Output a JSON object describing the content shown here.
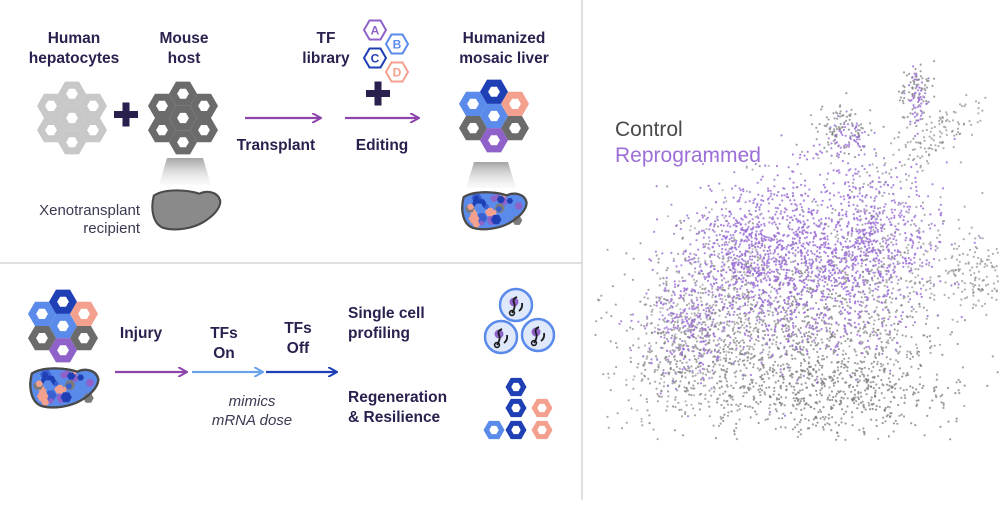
{
  "top_panel": {
    "human_hepatocytes_line1": "Human",
    "human_hepatocytes_line2": "hepatocytes",
    "mouse_host_line1": "Mouse",
    "mouse_host_line2": "host",
    "tf_library_line1": "TF",
    "tf_library_line2": "library",
    "tf_badges": [
      "A",
      "B",
      "C",
      "D"
    ],
    "humanized_line1": "Humanized",
    "humanized_line2": "mosaic liver",
    "transplant": "Transplant",
    "editing": "Editing",
    "xeno_line1": "Xenotransplant",
    "xeno_line2": "recipient"
  },
  "bottom_panel": {
    "injury": "Injury",
    "tfs_on_line1": "TFs",
    "tfs_on_line2": "On",
    "tfs_off_line1": "TFs",
    "tfs_off_line2": "Off",
    "mimics_line1": "mimics",
    "mimics_line2": "mRNA dose",
    "single_cell_line1": "Single cell",
    "single_cell_line2": "profiling",
    "regen_line1": "Regeneration",
    "regen_line2": "& Resilience"
  },
  "legend": {
    "control": "Control",
    "reprogrammed": "Reprogrammed"
  },
  "colors": {
    "dark_navy": "#2a1f4d",
    "gray_light": "#c8c8c8",
    "gray_dark": "#6b6b6b",
    "blue_dark": "#1f3fb5",
    "blue_light": "#5b8bea",
    "salmon": "#f4a08e",
    "purple": "#8e62c9",
    "arrow_purple": "#8e44ad",
    "arrow_light_blue": "#6aa2ea",
    "arrow_dark_blue": "#1f3fb5",
    "umap_control": "#7a7a7a",
    "umap_reprogrammed": "#9b6fd6"
  }
}
